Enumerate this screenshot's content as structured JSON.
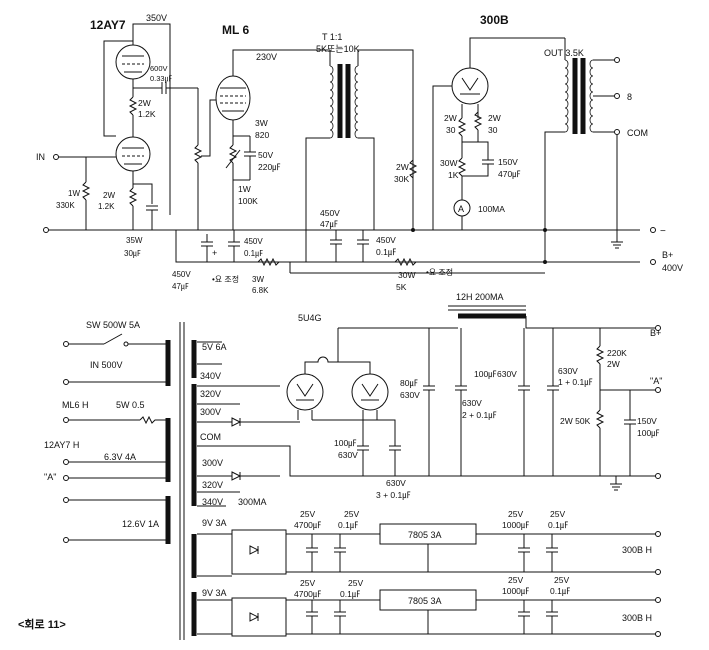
{
  "top_circuit": {
    "tube_12ay7": "12AY7",
    "b_350v": "350V",
    "ml6": "ML 6",
    "v230": "230V",
    "tr_label": "T 1:1",
    "tr_imp": "5K또는10K",
    "tube_300b": "300B",
    "out_label": "OUT 3.5K",
    "out_8": "8",
    "out_com": "COM",
    "in_label": "IN",
    "cc_v": "600V",
    "cc_c": "0.33㎌",
    "r_plate_w": "2W",
    "r_plate_v": "1.2K",
    "r_k2_w": "3W",
    "r_k2_v": "820",
    "c_k2_v": "50V",
    "c_k2_c": "220㎌",
    "pot_w": "1W",
    "pot_v": "100K",
    "r_grid_w": "1W",
    "r_grid_v": "330K",
    "r_k1_w": "2W",
    "r_k1_v": "1.2K",
    "c_k1_v": "35W",
    "c_k1_c": "30㎌",
    "c_ml_v": "450V",
    "c_ml_c": "0.1㎌",
    "c_ml47_v": "450V",
    "c_ml47_c": "47㎌",
    "adj1": "•요 조정",
    "r_dr_w": "3W",
    "r_dr_v": "6.8K",
    "c_tr_v": "450V",
    "c_tr_c": "47㎌",
    "c_tr2_v": "450V",
    "c_tr2_c": "0.1㎌",
    "r_30k_w": "2W",
    "r_30k_v": "30K",
    "r_g300_w": "2W",
    "r_g300_v": "30",
    "r_g300b_w": "2W",
    "r_g300b_v": "30",
    "r_1k_w": "30W",
    "r_1k_v": "1K",
    "c_300_v": "150V",
    "c_300_c": "470㎌",
    "meter": "A",
    "meter_lbl": "100MA",
    "r_5k_w": "30W",
    "r_5k_v": "5K",
    "adj2": "•요 조정",
    "minus": "−",
    "bplus": "B+",
    "v400": "400V"
  },
  "psu": {
    "sw": "SW 500W 5A",
    "in500": "IN 500V",
    "ml6h": "ML6 H",
    "r_5w": "5W 0.5",
    "h12": "12AY7 H",
    "h63": "6.3V 4A",
    "a1": "\"A\"",
    "h126": "12.6V 1A",
    "s5v": "5V 6A",
    "s340": "340V",
    "s320": "320V",
    "s300": "300V",
    "com": "COM",
    "s300b": "300V",
    "s320b": "320V",
    "s340b": "340V",
    "s300ma": "300MA",
    "rect": "5U4G",
    "choke": "12H 200MA",
    "c80_c": "80㎌",
    "c80_v": "630V",
    "c100_c": "100㎌",
    "c100_v": "630V",
    "c100b_c": "100㎌",
    "c100b_v": "630V",
    "c630a_v": "630V",
    "c630a_c": "2 + 0.1㎌",
    "c630b_v": "630V",
    "c630b_c": "1 + 0.1㎌",
    "c630c_v": "630V",
    "c630c_c": "3 + 0.1㎌",
    "r220": "220K",
    "r220w": "2W",
    "r50": "2W 50K",
    "c150_v": "150V",
    "c150_c": "100㎌",
    "bplus": "B+",
    "a2": "\"A\"",
    "reg1": {
      "v": "9V 3A",
      "c1v": "25V",
      "c1c": "4700㎌",
      "c2v": "25V",
      "c2c": "0.1㎌",
      "chip": "7805 3A",
      "c3v": "25V",
      "c3c": "1000㎌",
      "c4v": "25V",
      "c4c": "0.1㎌",
      "out": "300B H"
    },
    "reg2": {
      "v": "9V 3A",
      "c1v": "25V",
      "c1c": "4700㎌",
      "c2v": "25V",
      "c2c": "0.1㎌",
      "chip": "7805 3A",
      "c3v": "25V",
      "c3c": "1000㎌",
      "c4v": "25V",
      "c4c": "0.1㎌",
      "out": "300B H"
    }
  },
  "caption": "<회로 11>"
}
